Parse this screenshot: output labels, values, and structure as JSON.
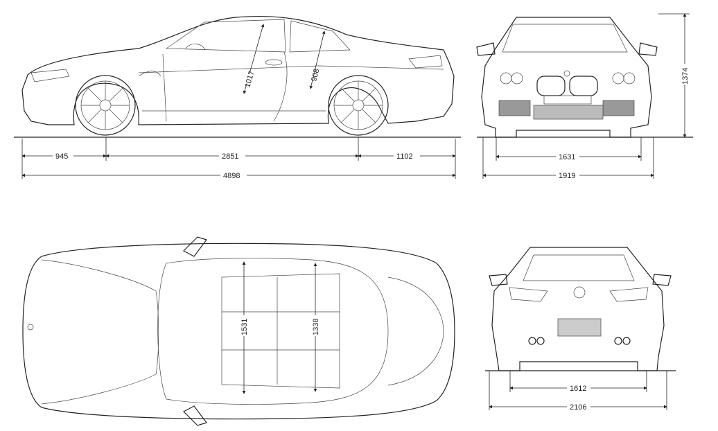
{
  "side_view": {
    "front_overhang": "945",
    "wheelbase": "2851",
    "rear_overhang": "1102",
    "overall_length": "4898",
    "front_headroom": "1017",
    "rear_headroom": "908"
  },
  "front_view": {
    "height": "1374",
    "front_track": "1631",
    "width": "1919"
  },
  "top_view": {
    "front_shoulder_width": "1531",
    "rear_shoulder_width": "1338"
  },
  "rear_view": {
    "rear_track": "1612",
    "width_with_mirrors": "2106"
  }
}
